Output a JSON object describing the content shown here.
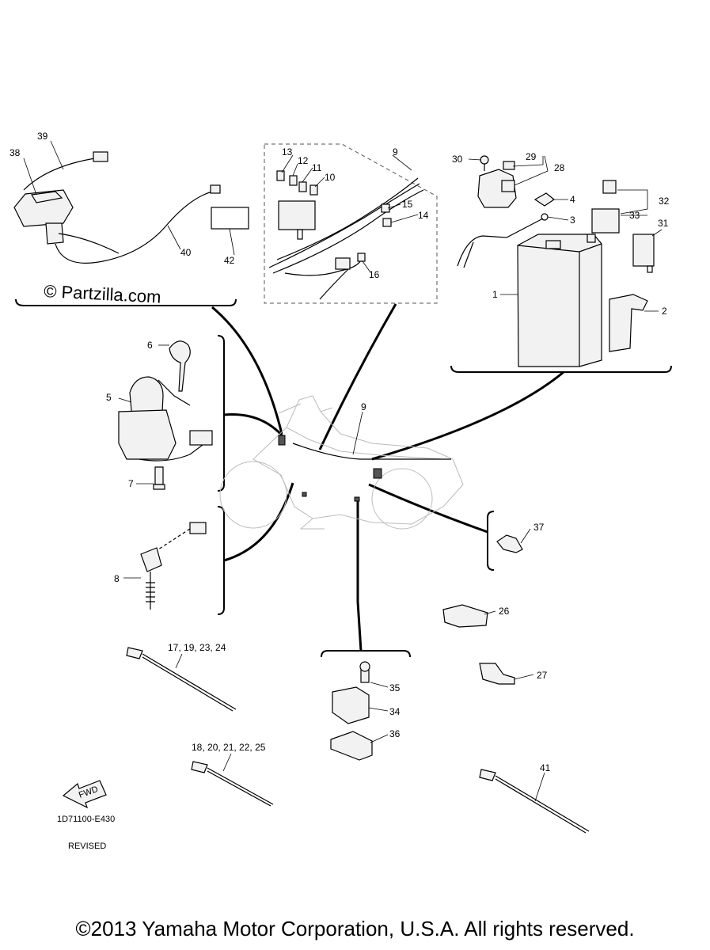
{
  "watermark": "© Partzilla.com",
  "drawing_code": "1D71100-E430",
  "revision": "REVISED",
  "fwd_arrow": "FWD",
  "copyright": "©2013 Yamaha Motor Corporation, U.S.A. All rights reserved.",
  "labels": {
    "p1": "1",
    "p2": "2",
    "p3": "3",
    "p4": "4",
    "p5": "5",
    "p6": "6",
    "p7": "7",
    "p8": "8",
    "p9a": "9",
    "p9b": "9",
    "p10": "10",
    "p11": "11",
    "p12": "12",
    "p13": "13",
    "p14": "14",
    "p15": "15",
    "p16": "16",
    "p17_24": "17, 19, 23, 24",
    "p18_25": "18, 20, 21, 22, 25",
    "p26": "26",
    "p27": "27",
    "p28": "28",
    "p29": "29",
    "p30": "30",
    "p31": "31",
    "p32": "32",
    "p33": "33",
    "p34": "34",
    "p35": "35",
    "p36": "36",
    "p37": "37",
    "p38": "38",
    "p39": "39",
    "p40": "40",
    "p41": "41",
    "p42": "42"
  }
}
